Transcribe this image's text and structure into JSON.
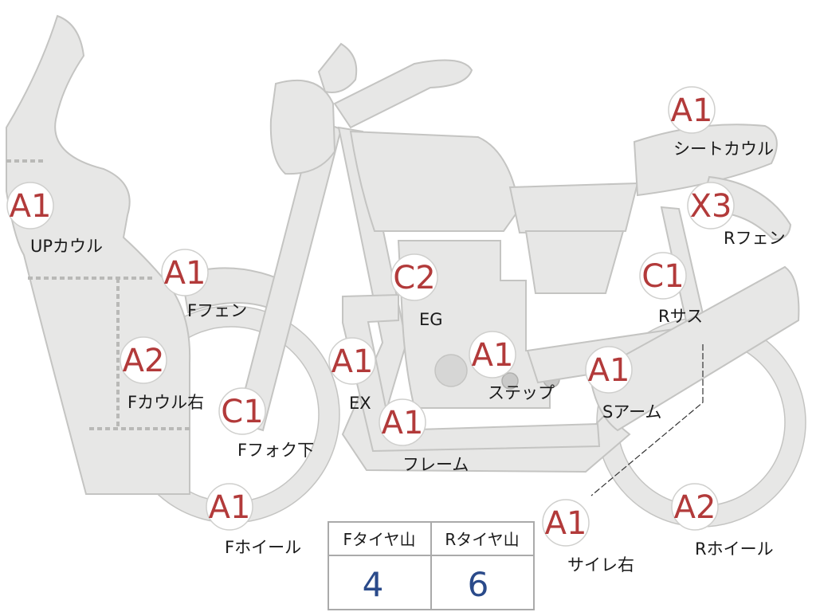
{
  "parts": [
    {
      "id": "up-cowl",
      "grade": "A1",
      "label": "UPカウル"
    },
    {
      "id": "f-fender",
      "grade": "A1",
      "label": "Fフェン"
    },
    {
      "id": "f-cowl-right",
      "grade": "A2",
      "label": "Fカウル右"
    },
    {
      "id": "f-fork-lower",
      "grade": "C1",
      "label": "Fフォク下"
    },
    {
      "id": "f-wheel",
      "grade": "A1",
      "label": "Fホイール"
    },
    {
      "id": "ex",
      "grade": "A1",
      "label": "EX"
    },
    {
      "id": "eg",
      "grade": "C2",
      "label": "EG"
    },
    {
      "id": "step",
      "grade": "A1",
      "label": "ステップ"
    },
    {
      "id": "frame",
      "grade": "A1",
      "label": "フレーム"
    },
    {
      "id": "s-arm",
      "grade": "A1",
      "label": "Sアーム"
    },
    {
      "id": "seat-cowl",
      "grade": "A1",
      "label": "シートカウル"
    },
    {
      "id": "r-fender",
      "grade": "X3",
      "label": "Rフェン"
    },
    {
      "id": "r-sus",
      "grade": "C1",
      "label": "Rサス"
    },
    {
      "id": "silencer-right",
      "grade": "A1",
      "label": "サイレ右"
    },
    {
      "id": "r-wheel",
      "grade": "A2",
      "label": "Rホイール"
    }
  ],
  "tread_table": {
    "front_header": "Fタイヤ山",
    "rear_header": "Rタイヤ山",
    "front_value": "4",
    "rear_value": "6"
  },
  "colors": {
    "grade_text": "#b23a3a",
    "tread_value": "#2a4a8a",
    "part_fill": "#e7e7e6"
  }
}
